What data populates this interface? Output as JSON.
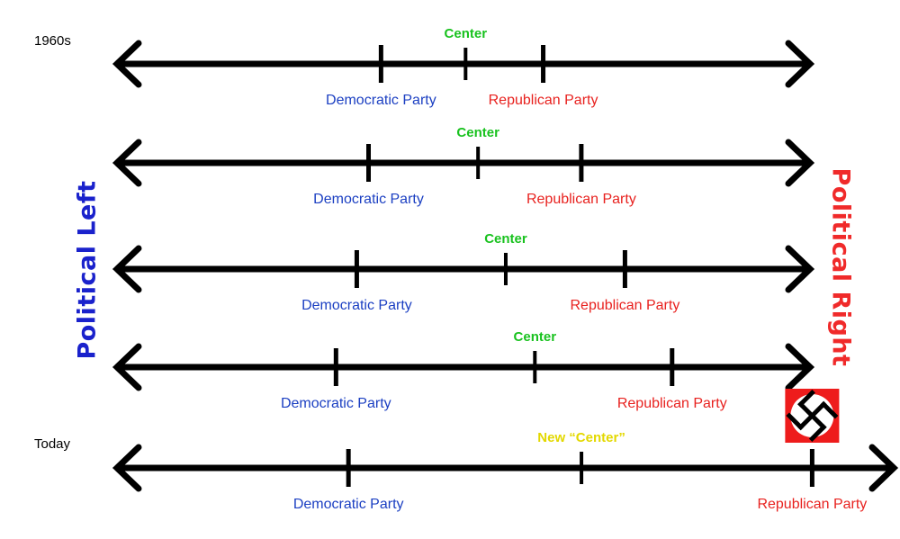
{
  "labels": {
    "start_period": "1960s",
    "end_period": "Today",
    "left_side": "Political Left",
    "right_side": "Political Right"
  },
  "colors": {
    "line": "#000000",
    "democratic": "#1b3fc2",
    "republican": "#e8221f",
    "center": "#19c21f",
    "new_center": "#e3d800",
    "left_side": "#1a22cc",
    "right_side": "#f02a2a",
    "symbol_bg": "#ee1c1c"
  },
  "scales": [
    {
      "markers": [
        {
          "kind": "democratic",
          "label": "Democratic Party",
          "pos": 0.381
        },
        {
          "kind": "center",
          "label": "Center",
          "pos": 0.503
        },
        {
          "kind": "republican",
          "label": "Republican Party",
          "pos": 0.615
        }
      ]
    },
    {
      "markers": [
        {
          "kind": "democratic",
          "label": "Democratic Party",
          "pos": 0.363
        },
        {
          "kind": "center",
          "label": "Center",
          "pos": 0.521
        },
        {
          "kind": "republican",
          "label": "Republican Party",
          "pos": 0.67
        }
      ]
    },
    {
      "markers": [
        {
          "kind": "democratic",
          "label": "Democratic Party",
          "pos": 0.346
        },
        {
          "kind": "center",
          "label": "Center",
          "pos": 0.561
        },
        {
          "kind": "republican",
          "label": "Republican Party",
          "pos": 0.733
        }
      ]
    },
    {
      "markers": [
        {
          "kind": "democratic",
          "label": "Democratic Party",
          "pos": 0.316
        },
        {
          "kind": "center",
          "label": "Center",
          "pos": 0.603
        },
        {
          "kind": "republican",
          "label": "Republican Party",
          "pos": 0.801
        }
      ]
    },
    {
      "markers": [
        {
          "kind": "democratic",
          "label": "Democratic Party",
          "pos": 0.298
        },
        {
          "kind": "new_center",
          "label": "New “Center”",
          "pos": 0.598
        },
        {
          "kind": "republican",
          "label": "Republican Party",
          "pos": 0.895,
          "symbol": "swastika-icon"
        }
      ]
    }
  ]
}
